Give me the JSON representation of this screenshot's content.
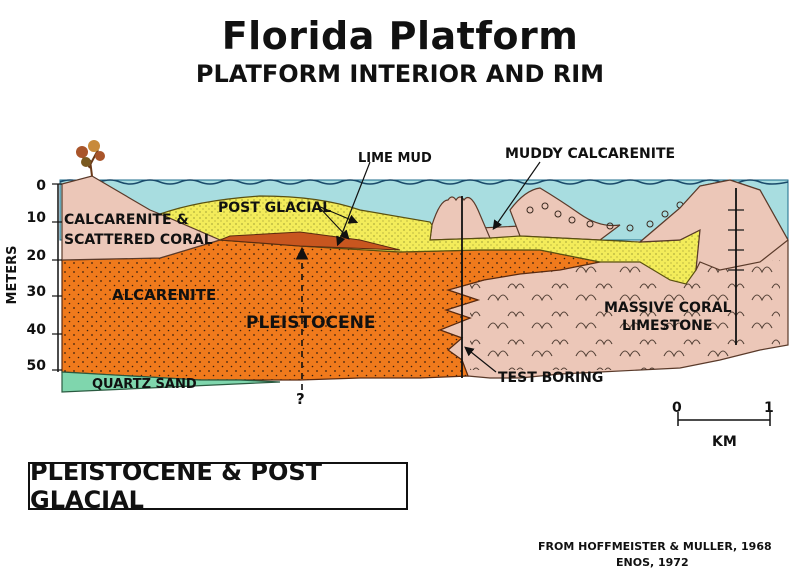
{
  "title": "Florida Platform",
  "subtitle": "PLATFORM INTERIOR AND RIM",
  "labels": {
    "lime_mud": "LIME MUD",
    "muddy_calcarenite": "MUDDY CALCARENITE",
    "post_glacial": "POST GLACIAL",
    "calcarenite_line1": "CALCARENITE &",
    "calcarenite_line2": "SCATTERED CORAL",
    "alcarenite": "ALCARENITE",
    "pleistocene": "PLEISTOCENE",
    "massive_line1": "MASSIVE CORAL",
    "massive_line2": "LIMESTONE",
    "quartz_sand": "QUARTZ SAND",
    "test_boring": "TEST BORING",
    "question": "?"
  },
  "axis": {
    "label": "METERS",
    "ticks": [
      "0",
      "10",
      "20",
      "30",
      "40",
      "50"
    ]
  },
  "scale": {
    "start": "0",
    "end": "1",
    "unit": "KM"
  },
  "box_label": "PLEISTOCENE & POST GLACIAL",
  "credits": {
    "line1": "FROM HOFFMEISTER & MULLER, 1968",
    "line2": "ENOS, 1972"
  },
  "colors": {
    "water": "#a8dde0",
    "yellow": "#f3ec5a",
    "orange": "#f07a1c",
    "pink": "#ecc7b8",
    "green": "#7fd6ad",
    "brown": "#a9552a"
  }
}
